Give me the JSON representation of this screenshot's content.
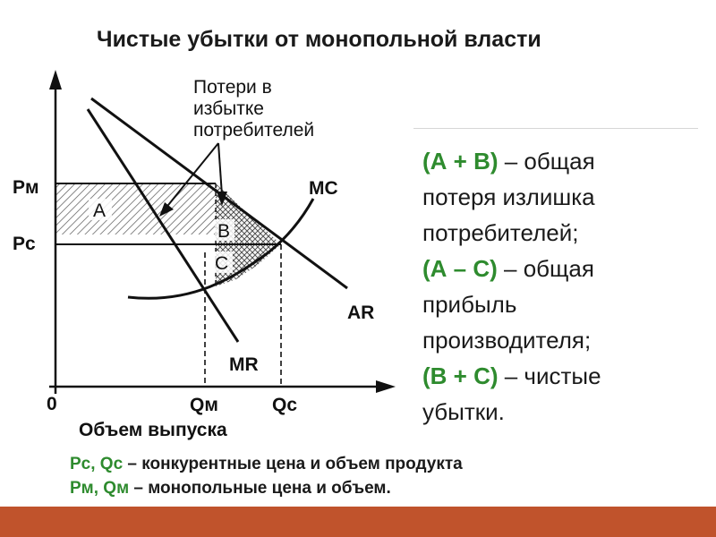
{
  "title": "Чистые убытки от монопольной власти",
  "graph": {
    "callout_lines": [
      "Потери в",
      "избытке",
      "потребителей"
    ],
    "labels": {
      "pm": "Pм",
      "pc": "Pс",
      "origin": "0",
      "qm": "Qм",
      "qc": "Qс",
      "x_axis": "Объем выпуска",
      "mc": "MC",
      "ar": "AR",
      "mr": "MR",
      "a": "A",
      "b": "B",
      "c": "C"
    }
  },
  "explanation": {
    "line1_key": "(А + В)",
    "line1_rest": "  –  общая",
    "line2": "потеря излишка",
    "line3": "потребителей;",
    "line4_key": "(А – С)",
    "line4_rest": " – общая",
    "line5": "прибыль",
    "line6": "производителя;",
    "line7_key": "(В + С)",
    "line7_rest": " – чистые",
    "line8": "убытки."
  },
  "footnotes": {
    "line1_key": "Рс, Qс",
    "line1_rest": " – конкурентные цена и объем продукта",
    "line2_key": "Рм, Qм",
    "line2_rest": " – монопольные цена и объем."
  },
  "colors": {
    "accent_green": "#2e8b2e",
    "bottom_band": "#c0532c",
    "ink": "#1a1a1a"
  }
}
